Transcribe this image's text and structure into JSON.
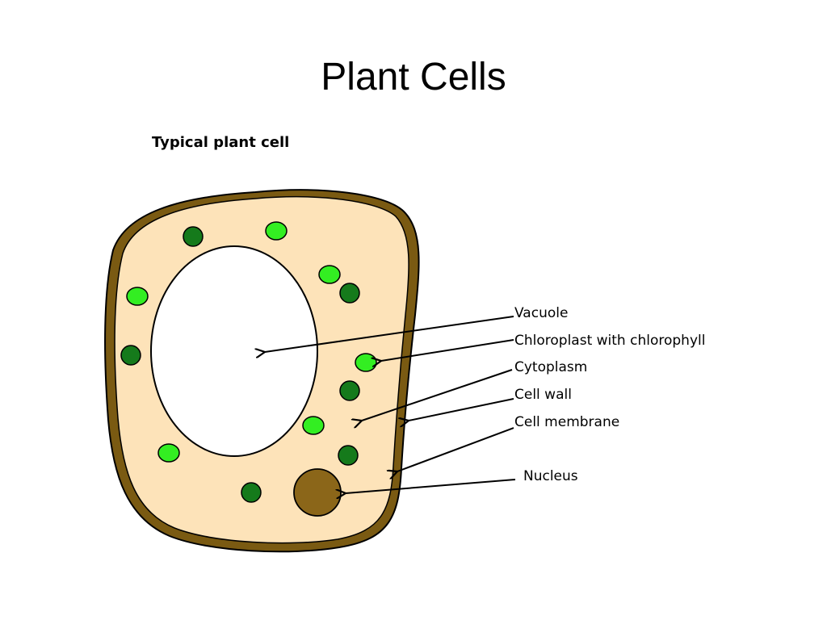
{
  "slide": {
    "title": "Plant Cells"
  },
  "diagram": {
    "heading": "Typical plant cell",
    "labels": {
      "vacuole": "Vacuole",
      "chloroplast": "Chloroplast with chlorophyll",
      "cytoplasm": "Cytoplasm",
      "cell_wall": "Cell wall",
      "cell_membrane": "Cell membrane",
      "nucleus": "Nucleus"
    },
    "colors": {
      "cell_wall": "#7a5a12",
      "cytoplasm": "#fde3b9",
      "vacuole": "#ffffff",
      "chloroplast_light": "#33ee22",
      "chloroplast_dark": "#157a1b",
      "nucleus": "#8b6619",
      "outline": "#000000"
    }
  }
}
